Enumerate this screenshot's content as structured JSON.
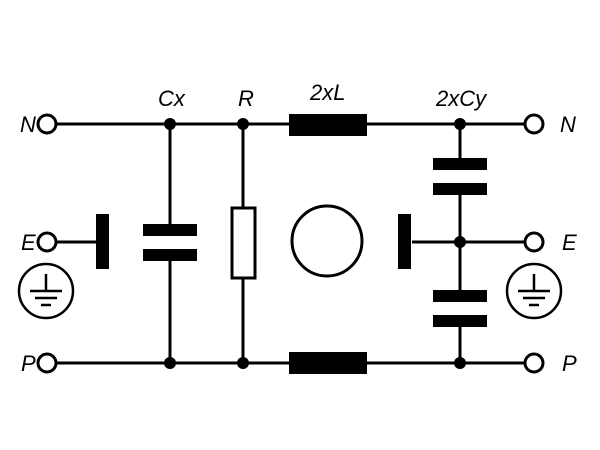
{
  "labels": {
    "cx": "Cx",
    "r": "R",
    "l": "2xL",
    "cy": "2xCy",
    "n_left": "N",
    "e_left": "E",
    "p_left": "P",
    "n_right": "N",
    "e_right": "E",
    "p_right": "P"
  },
  "colors": {
    "ink": "#000000",
    "background": "#ffffff"
  },
  "icons": [
    "ground-icon",
    "terminal-icon",
    "capacitor-icon",
    "resistor-icon",
    "inductor-icon"
  ]
}
